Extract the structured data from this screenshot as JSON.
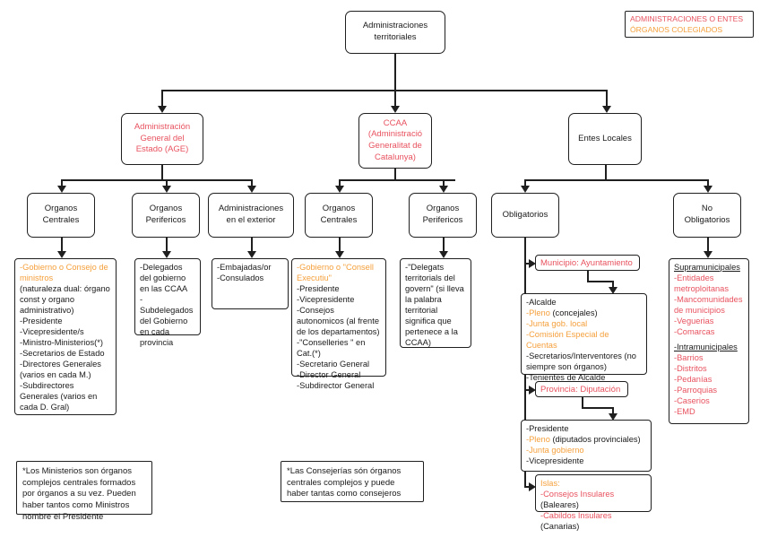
{
  "diagram": {
    "title": "Administraciones territoriales",
    "legend": {
      "line1": "ADMINISTRACIONES O ENTES",
      "line2": "ÓRGANOS COLEGIADOS",
      "color_entes": "#e8525f",
      "color_organos": "#f5a03c"
    },
    "root": "Administraciones\nterritoriales",
    "root_line1": "Administraciones",
    "root_line2": "territoriales",
    "branches": {
      "age": {
        "line1": "Administración",
        "line2": "General del",
        "line3": "Estado (AGE)"
      },
      "ccaa": {
        "line1": "CCAA",
        "line2": "(Administració",
        "line3": "Generalitat de",
        "line4": "Catalunya)"
      },
      "entes_locales": {
        "line1": "Entes Locales"
      }
    },
    "subnodes": {
      "age_centrales": {
        "line1": "Organos",
        "line2": "Centrales"
      },
      "age_perifericos": {
        "line1": "Organos",
        "line2": "Perifericos"
      },
      "age_exterior": {
        "line1": "Administraciones",
        "line2": "en el exterior"
      },
      "ccaa_centrales": {
        "line1": "Organos",
        "line2": "Centrales"
      },
      "ccaa_perifericos": {
        "line1": "Organos",
        "line2": "Perifericos"
      },
      "locales_obligatorios": {
        "line1": "Obligatorios"
      },
      "locales_no_obligatorios": {
        "line1": "No",
        "line2": "Obligatorios"
      }
    },
    "content": {
      "age_centrales_list": [
        {
          "text": "-Gobierno o Consejo de ministros",
          "color": "orange"
        },
        {
          "text": "(naturaleza dual: órgano const y organo administrativo)",
          "color": "black"
        },
        {
          "text": "-Presidente",
          "color": "black"
        },
        {
          "text": "-Vicepresidente/s",
          "color": "black"
        },
        {
          "text": "-Ministro-Ministerios(*)",
          "color": "black"
        },
        {
          "text": "-Secretarios de Estado",
          "color": "black"
        },
        {
          "text": "-Directores Generales (varios en cada M.)",
          "color": "black"
        },
        {
          "text": "-Subdirectores Generales (varios en cada D. Gral)",
          "color": "black"
        }
      ],
      "age_perifericos_list": [
        {
          "text": "-Delegados del gobierno en las CCAA",
          "color": "black"
        },
        {
          "text": "-Subdelegados del Gobierno en cada provincia",
          "color": "black"
        }
      ],
      "age_exterior_list": [
        {
          "text": "-Embajadas/or",
          "color": "black"
        },
        {
          "text": "-Consulados",
          "color": "black"
        }
      ],
      "ccaa_centrales_list": [
        {
          "text": "-Gobierno o \"Consell Executiu\"",
          "color": "orange"
        },
        {
          "text": "-Presidente",
          "color": "black"
        },
        {
          "text": "-Vicepresidente",
          "color": "black"
        },
        {
          "text": "-Consejos autonomicos (al frente de los departamentos)",
          "color": "black"
        },
        {
          "text": "-\"Conselleries \" en Cat.(*)",
          "color": "black"
        },
        {
          "text": "-Secretario General",
          "color": "black"
        },
        {
          "text": "-Director General",
          "color": "black"
        },
        {
          "text": "-Subdirector General",
          "color": "black"
        }
      ],
      "ccaa_perifericos_list": [
        {
          "text": "-\"Delegats territorials del govern\" (si lleva la palabra territorial significa que pertenece a la CCAA)",
          "color": "black"
        }
      ],
      "municipio_header": "Municipio: Ayuntamiento",
      "municipio_list": [
        {
          "text": "-Alcalde",
          "color": "black"
        },
        {
          "text": "-Pleno",
          "color": "orange",
          "suffix": " (concejales)"
        },
        {
          "text": "-Junta gob. local",
          "color": "orange"
        },
        {
          "text": "-Comisión Especial de Cuentas",
          "color": "orange"
        },
        {
          "text": "-Secretarios/Interventores (no siempre son órganos)",
          "color": "black"
        },
        {
          "text": "-Tenientes de Alcalde",
          "color": "black"
        }
      ],
      "provincia_header": "Provincia: Diputación",
      "provincia_list": [
        {
          "text": "-Presidente",
          "color": "black"
        },
        {
          "text": "-Pleno",
          "color": "orange",
          "suffix": " (diputados provinciales)"
        },
        {
          "text": "-Junta gobierno",
          "color": "orange"
        },
        {
          "text": "-Vicepresidente",
          "color": "black"
        }
      ],
      "islas_header": "Islas:",
      "islas_list": [
        {
          "text": "-Consejos Insulares",
          "color": "red",
          "suffix": " (Baleares)"
        },
        {
          "text": "-Cabildos Insulares",
          "color": "red",
          "suffix": " (Canarias)"
        }
      ],
      "no_obligatorios": {
        "supramunicipales_header": "Supramunicipales",
        "supramunicipales_list": [
          "-Entidades metroploitanas",
          "-Mancomunidades de municipios",
          "-Veguerias",
          "-Comarcas"
        ],
        "intramunicipales_header": "-Intramunicipales",
        "intramunicipales_list": [
          "-Barrios",
          "-Distritos",
          "-Pedanías",
          "-Parroquias",
          "-Caserios",
          "-EMD"
        ]
      }
    },
    "notes": {
      "ministerios": "*Los Ministerios son órganos complejos centrales formados por órganos a su vez. Pueden haber tantos como Ministros nombre el Presidente",
      "consejerias": "*Las Consejerías són órganos centrales complejos y puede haber tantas como consejeros"
    }
  }
}
